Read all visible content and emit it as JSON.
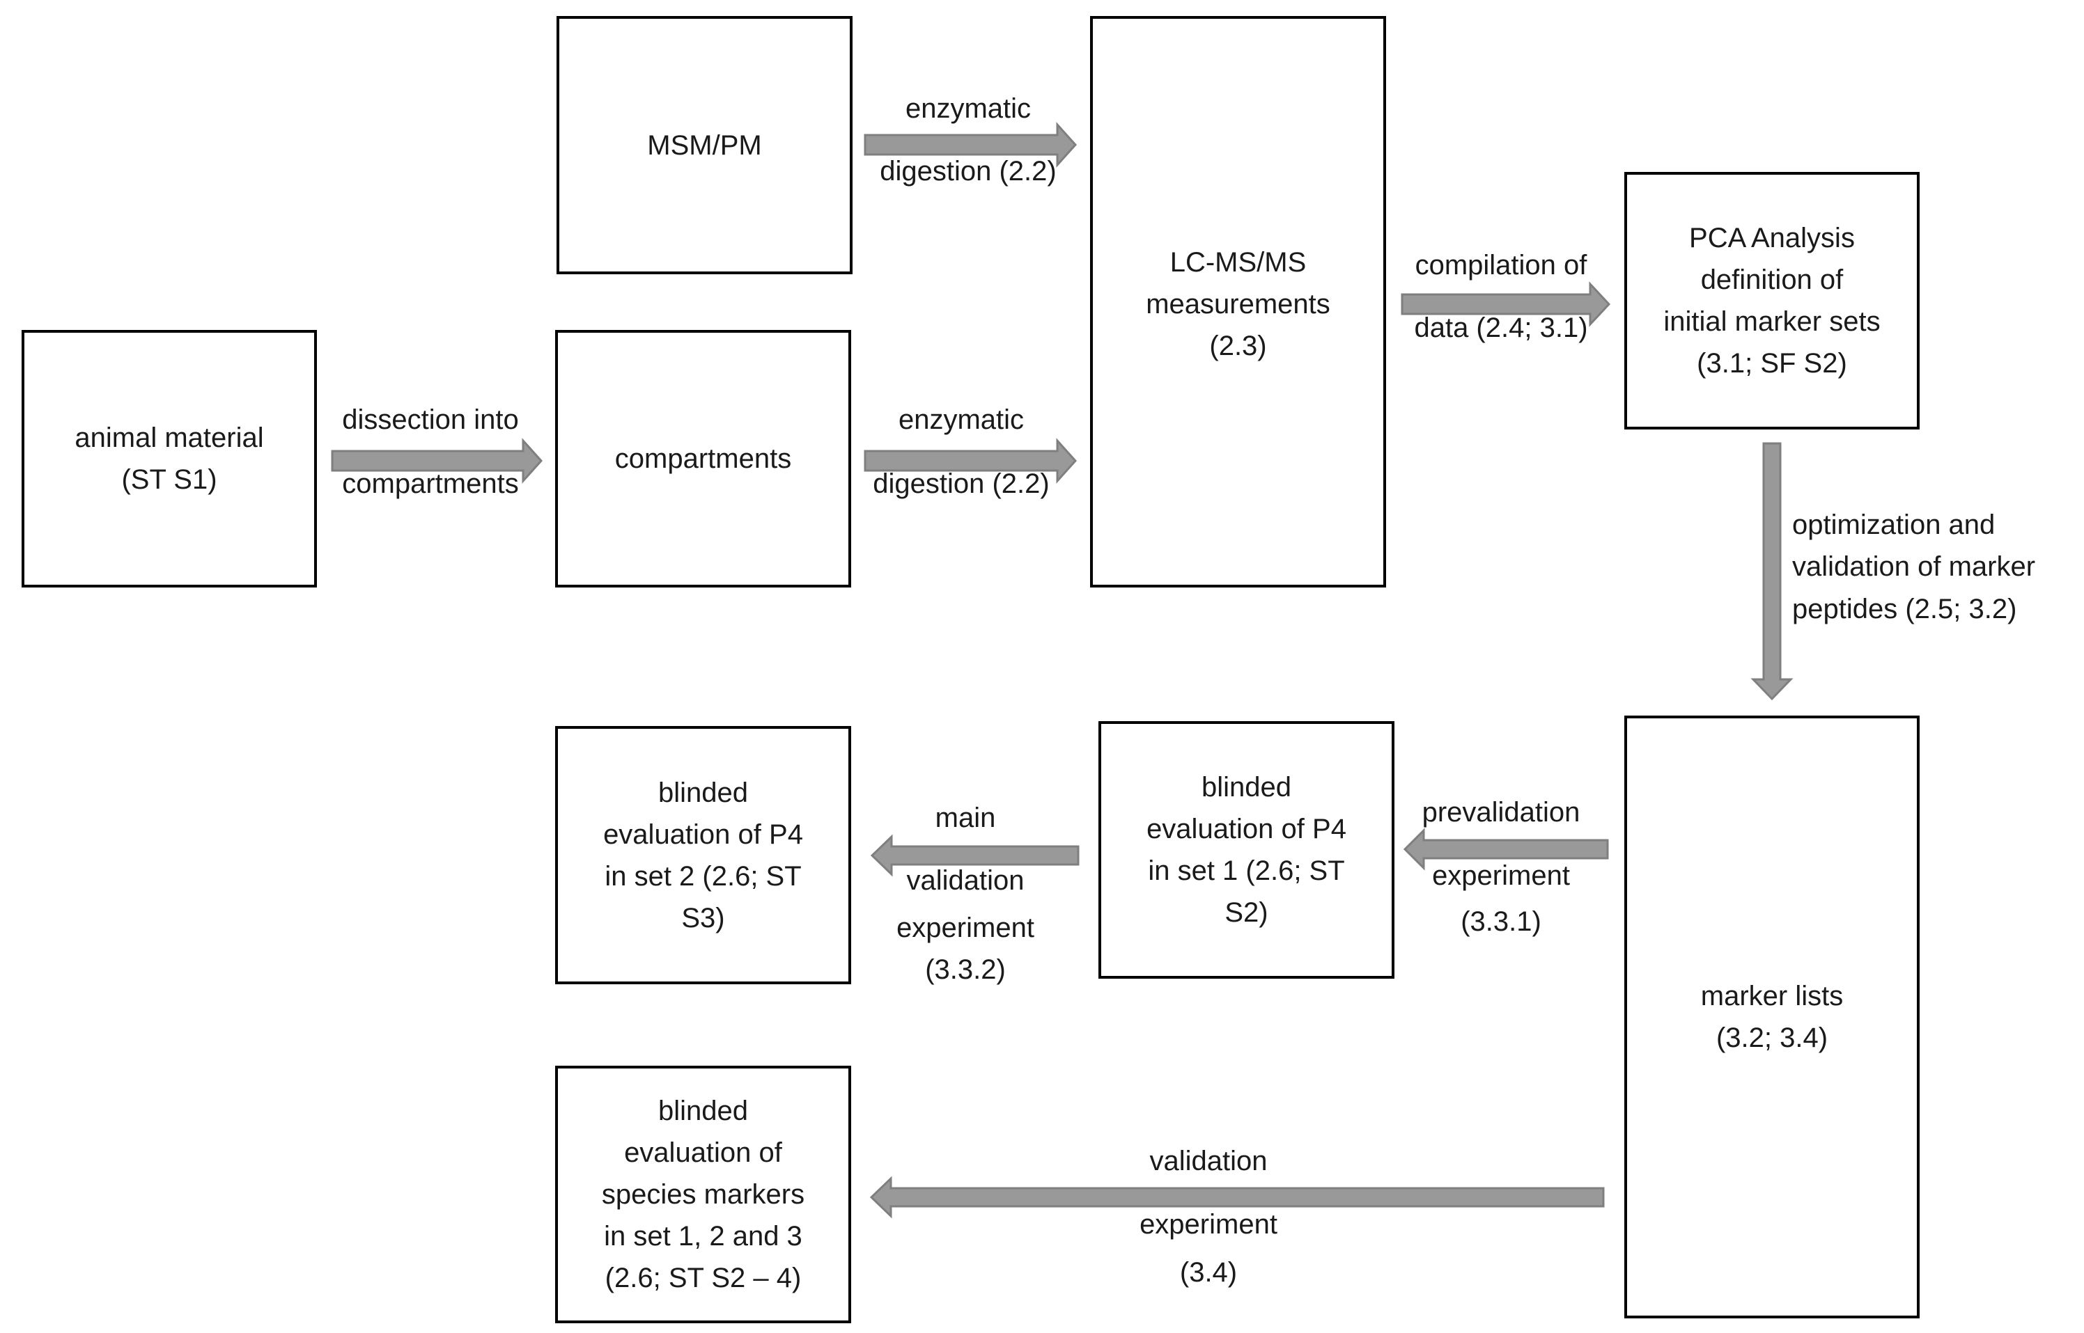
{
  "colors": {
    "arrow_fill": "#999999",
    "arrow_stroke": "#7f7f7f",
    "box_border": "#000000",
    "background": "#ffffff"
  },
  "boxes": {
    "animal_material": "animal material\n(ST S1)",
    "msm_pm": "MSM/PM",
    "compartments": "compartments",
    "lcms": "LC-MS/MS\nmeasurements\n(2.3)",
    "pca": "PCA Analysis\ndefinition of\ninitial marker sets\n(3.1; SF S2)",
    "marker_lists": "marker lists\n(3.2; 3.4)",
    "blinded_set1": "blinded\nevaluation of P4\nin set 1 (2.6; ST\nS2)",
    "blinded_set2": "blinded\nevaluation of P4\nin set 2 (2.6; ST\nS3)",
    "blinded_species": "blinded\nevaluation of\nspecies markers\nin set 1, 2 and 3\n(2.6; ST S2 – 4)"
  },
  "arrows": {
    "dissection": {
      "line1": "dissection into",
      "line2": "compartments"
    },
    "enzymatic_top": {
      "line1": "enzymatic",
      "line2": "digestion (2.2)"
    },
    "enzymatic_bottom": {
      "line1": "enzymatic",
      "line2": "digestion (2.2)"
    },
    "compilation": {
      "line1": "compilation of",
      "line2": "data (2.4; 3.1)"
    },
    "optimization": {
      "line1": "optimization and",
      "line2": "validation of marker",
      "line3": "peptides (2.5; 3.2)"
    },
    "prevalidation": {
      "line1": "prevalidation",
      "line2": "experiment",
      "line3": "(3.3.1)"
    },
    "main_validation": {
      "line1": "main",
      "line2": "validation",
      "line3": "experiment",
      "line4": "(3.3.2)"
    },
    "validation": {
      "line1": "validation",
      "line2": "experiment",
      "line3": "(3.4)"
    }
  }
}
